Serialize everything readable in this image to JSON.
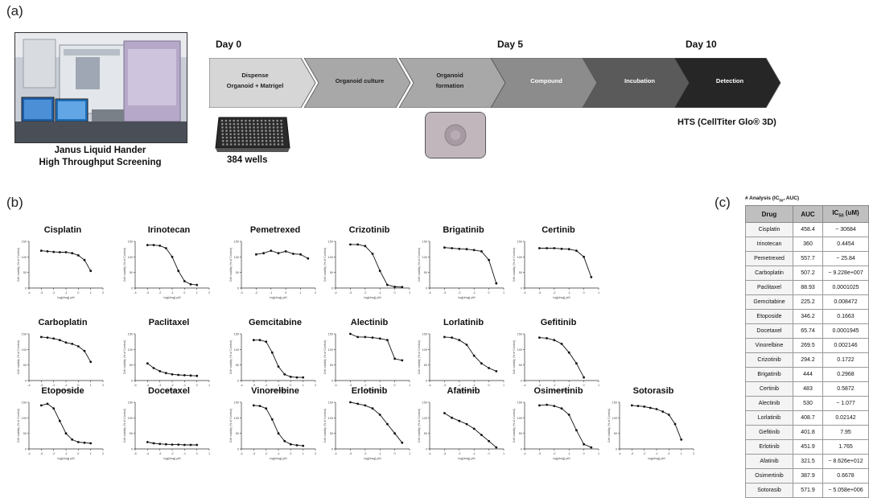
{
  "panels": {
    "a": "(a)",
    "b": "(b)",
    "c": "(c)"
  },
  "photo": {
    "caption_line1": "Janus Liquid Hander",
    "caption_line2": "High Throughput Screening"
  },
  "timeline": {
    "days": [
      "Day 0",
      "Day 5",
      "Day 10"
    ],
    "steps": [
      {
        "line1": "Dispense",
        "line2": "Organoid + Matrigel"
      },
      {
        "line1": "Organoid culture",
        "line2": ""
      },
      {
        "line1": "Organoid",
        "line2": "formation"
      },
      {
        "line1": "Compound",
        "line2": ""
      },
      {
        "line1": "Incubation",
        "line2": ""
      },
      {
        "line1": "Detection",
        "line2": ""
      }
    ],
    "step_colors": [
      "#d6d6d6",
      "#a8a8a8",
      "#a8a8a8",
      "#8c8c8c",
      "#5a5a5a",
      "#262626"
    ],
    "plate_label": "384 wells",
    "hts_label": "HTS (CellTiter Glo® 3D)"
  },
  "curves": {
    "ylabel": "Cell viability (% of Control)",
    "xlabel": "log[drug] μM",
    "drugs": [
      "Cisplatin",
      "Irinotecan",
      "Pemetrexed",
      "Crizotinib",
      "Brigatinib",
      "Certinib",
      "Carboplatin",
      "Paclitaxel",
      "Gemcitabine",
      "Alectinib",
      "Lorlatinib",
      "Gefitinib",
      "Etoposide",
      "Docetaxel",
      "Vinorelbine",
      "Erlotinib",
      "Afatinib",
      "Osimertinib",
      "Sotorasib"
    ]
  },
  "chart_data": [
    {
      "type": "scatter",
      "title": "Cisplatin",
      "x": [
        -3,
        -2.5,
        -2,
        -1.5,
        -1,
        -0.5,
        0,
        0.5,
        1
      ],
      "y": [
        120,
        118,
        116,
        115,
        115,
        112,
        105,
        90,
        55
      ],
      "xlim": [
        -4,
        2
      ],
      "ylim": [
        0,
        150
      ]
    },
    {
      "type": "scatter",
      "title": "Irinotecan",
      "x": [
        -3,
        -2.5,
        -2,
        -1.5,
        -1,
        -0.5,
        0,
        0.5,
        1
      ],
      "y": [
        138,
        138,
        136,
        128,
        100,
        55,
        22,
        12,
        10
      ],
      "xlim": [
        -4,
        2
      ],
      "ylim": [
        0,
        150
      ]
    },
    {
      "type": "scatter",
      "title": "Pemetrexed",
      "x": [
        -2,
        -1.5,
        -1,
        -0.5,
        0,
        0.5,
        1,
        1.5
      ],
      "y": [
        108,
        112,
        120,
        112,
        118,
        110,
        108,
        95
      ],
      "xlim": [
        -3,
        2
      ],
      "ylim": [
        0,
        150
      ]
    },
    {
      "type": "scatter",
      "title": "Crizotinib",
      "x": [
        -3,
        -2.5,
        -2,
        -1.5,
        -1,
        -0.5,
        0,
        0.5
      ],
      "y": [
        140,
        140,
        135,
        110,
        55,
        10,
        4,
        3
      ],
      "xlim": [
        -4,
        1
      ],
      "ylim": [
        0,
        150
      ]
    },
    {
      "type": "scatter",
      "title": "Brigatinib",
      "x": [
        -3,
        -2.5,
        -2,
        -1.5,
        -1,
        -0.5,
        0,
        0.5
      ],
      "y": [
        130,
        128,
        126,
        125,
        122,
        118,
        90,
        15
      ],
      "xlim": [
        -4,
        1
      ],
      "ylim": [
        0,
        150
      ]
    },
    {
      "type": "scatter",
      "title": "Certinib",
      "x": [
        -3,
        -2.5,
        -2,
        -1.5,
        -1,
        -0.5,
        0,
        0.5
      ],
      "y": [
        128,
        128,
        128,
        126,
        125,
        120,
        100,
        35
      ],
      "xlim": [
        -4,
        1
      ],
      "ylim": [
        0,
        150
      ]
    },
    {
      "type": "scatter",
      "title": "Carboplatin",
      "x": [
        -3,
        -2.5,
        -2,
        -1.5,
        -1,
        -0.5,
        0,
        0.5,
        1
      ],
      "y": [
        140,
        138,
        135,
        130,
        122,
        118,
        110,
        95,
        60
      ],
      "xlim": [
        -4,
        2
      ],
      "ylim": [
        0,
        150
      ]
    },
    {
      "type": "scatter",
      "title": "Paclitaxel",
      "x": [
        -4,
        -3.5,
        -3,
        -2.5,
        -2,
        -1.5,
        -1,
        -0.5,
        0
      ],
      "y": [
        55,
        40,
        30,
        24,
        20,
        18,
        17,
        16,
        15
      ],
      "xlim": [
        -5,
        1
      ],
      "ylim": [
        0,
        150
      ]
    },
    {
      "type": "scatter",
      "title": "Gemcitabine",
      "x": [
        -3,
        -2.5,
        -2,
        -1.5,
        -1,
        -0.5,
        0,
        0.5,
        1
      ],
      "y": [
        130,
        130,
        125,
        90,
        45,
        20,
        12,
        10,
        10
      ],
      "xlim": [
        -4,
        2
      ],
      "ylim": [
        0,
        150
      ]
    },
    {
      "type": "scatter",
      "title": "Alectinib",
      "x": [
        -3,
        -2.5,
        -2,
        -1.5,
        -1,
        -0.5,
        0,
        0.5
      ],
      "y": [
        150,
        140,
        140,
        138,
        135,
        130,
        70,
        65
      ],
      "xlim": [
        -4,
        1
      ],
      "ylim": [
        0,
        150
      ]
    },
    {
      "type": "scatter",
      "title": "Lorlatinib",
      "x": [
        -3,
        -2.5,
        -2,
        -1.5,
        -1,
        -0.5,
        0,
        0.5
      ],
      "y": [
        140,
        138,
        130,
        115,
        80,
        55,
        40,
        30
      ],
      "xlim": [
        -4,
        1
      ],
      "ylim": [
        0,
        150
      ]
    },
    {
      "type": "scatter",
      "title": "Gefitinib",
      "x": [
        -3,
        -2.5,
        -2,
        -1.5,
        -1,
        -0.5,
        0
      ],
      "y": [
        138,
        136,
        130,
        118,
        90,
        55,
        10
      ],
      "xlim": [
        -4,
        1
      ],
      "ylim": [
        0,
        150
      ]
    },
    {
      "type": "scatter",
      "title": "Etoposide",
      "x": [
        -3,
        -2.5,
        -2,
        -1.5,
        -1,
        -0.5,
        0,
        0.5,
        1
      ],
      "y": [
        140,
        145,
        130,
        90,
        50,
        30,
        22,
        20,
        18
      ],
      "xlim": [
        -4,
        2
      ],
      "ylim": [
        0,
        150
      ]
    },
    {
      "type": "scatter",
      "title": "Docetaxel",
      "x": [
        -4,
        -3.5,
        -3,
        -2.5,
        -2,
        -1.5,
        -1,
        -0.5,
        0
      ],
      "y": [
        22,
        18,
        16,
        15,
        14,
        14,
        13,
        13,
        13
      ],
      "xlim": [
        -5,
        1
      ],
      "ylim": [
        0,
        150
      ]
    },
    {
      "type": "scatter",
      "title": "Vinorelbine",
      "x": [
        -3,
        -2.5,
        -2,
        -1.5,
        -1,
        -0.5,
        0,
        0.5,
        1
      ],
      "y": [
        140,
        138,
        130,
        95,
        50,
        25,
        15,
        12,
        10
      ],
      "xlim": [
        -4,
        2
      ],
      "ylim": [
        0,
        150
      ]
    },
    {
      "type": "scatter",
      "title": "Erlotinib",
      "x": [
        -3,
        -2.5,
        -2,
        -1.5,
        -1,
        -0.5,
        0,
        0.5
      ],
      "y": [
        150,
        145,
        140,
        130,
        110,
        80,
        50,
        20
      ],
      "xlim": [
        -4,
        1
      ],
      "ylim": [
        0,
        150
      ]
    },
    {
      "type": "scatter",
      "title": "Afatinib",
      "x": [
        -3,
        -2.5,
        -2,
        -1.5,
        -1,
        -0.5,
        0,
        0.5
      ],
      "y": [
        115,
        100,
        90,
        80,
        65,
        45,
        25,
        5
      ],
      "xlim": [
        -4,
        1
      ],
      "ylim": [
        0,
        150
      ]
    },
    {
      "type": "scatter",
      "title": "Osimertinib",
      "x": [
        -3,
        -2.5,
        -2,
        -1.5,
        -1,
        -0.5,
        0,
        0.5
      ],
      "y": [
        140,
        142,
        138,
        130,
        110,
        60,
        15,
        5
      ],
      "xlim": [
        -4,
        1
      ],
      "ylim": [
        0,
        150
      ]
    },
    {
      "type": "scatter",
      "title": "Sotorasib",
      "x": [
        -3,
        -2.5,
        -2,
        -1.5,
        -1,
        -0.5,
        0,
        0.5,
        1
      ],
      "y": [
        140,
        138,
        136,
        132,
        128,
        120,
        110,
        80,
        30
      ],
      "xlim": [
        -4,
        2
      ],
      "ylim": [
        0,
        150
      ]
    }
  ],
  "analysis": {
    "title": "# Analysis (IC",
    "title_sub": "50",
    "title_end": ", AUC)",
    "columns": {
      "drug": "Drug",
      "auc": "AUC",
      "ic50": "IC",
      "ic50_sub": "50",
      "ic50_unit": " (uM)"
    },
    "rows": [
      {
        "drug": "Cisplatin",
        "auc": "458.4",
        "ic50": "~ 30684"
      },
      {
        "drug": "Irinotecan",
        "auc": "360",
        "ic50": "0.4454"
      },
      {
        "drug": "Pemetrexed",
        "auc": "557.7",
        "ic50": "~ 25.84"
      },
      {
        "drug": "Carboplatin",
        "auc": "507.2",
        "ic50": "~ 9.228e+007"
      },
      {
        "drug": "Paclitaxel",
        "auc": "88.93",
        "ic50": "0.0001025"
      },
      {
        "drug": "Gemcitabine",
        "auc": "225.2",
        "ic50": "0.008472"
      },
      {
        "drug": "Etoposide",
        "auc": "346.2",
        "ic50": "0.1663"
      },
      {
        "drug": "Docetaxel",
        "auc": "65.74",
        "ic50": "0.0001945"
      },
      {
        "drug": "Vinorelbine",
        "auc": "269.5",
        "ic50": "0.002146"
      },
      {
        "drug": "Crizotinib",
        "auc": "294.2",
        "ic50": "0.1722"
      },
      {
        "drug": "Brigatinib",
        "auc": "444",
        "ic50": "0.2968"
      },
      {
        "drug": "Certinib",
        "auc": "483",
        "ic50": "0.5872"
      },
      {
        "drug": "Alectinib",
        "auc": "530",
        "ic50": "~ 1.077"
      },
      {
        "drug": "Lorlatinib",
        "auc": "408.7",
        "ic50": "0.02142"
      },
      {
        "drug": "Gefitinib",
        "auc": "401.8",
        "ic50": "7.95"
      },
      {
        "drug": "Erlotinib",
        "auc": "451.9",
        "ic50": "1.765"
      },
      {
        "drug": "Afatinib",
        "auc": "321.5",
        "ic50": "~ 8.626e+012"
      },
      {
        "drug": "Osimertinib",
        "auc": "387.9",
        "ic50": "0.6678"
      },
      {
        "drug": "Sotorasib",
        "auc": "571.9",
        "ic50": "~ 5.058e+006"
      }
    ]
  }
}
